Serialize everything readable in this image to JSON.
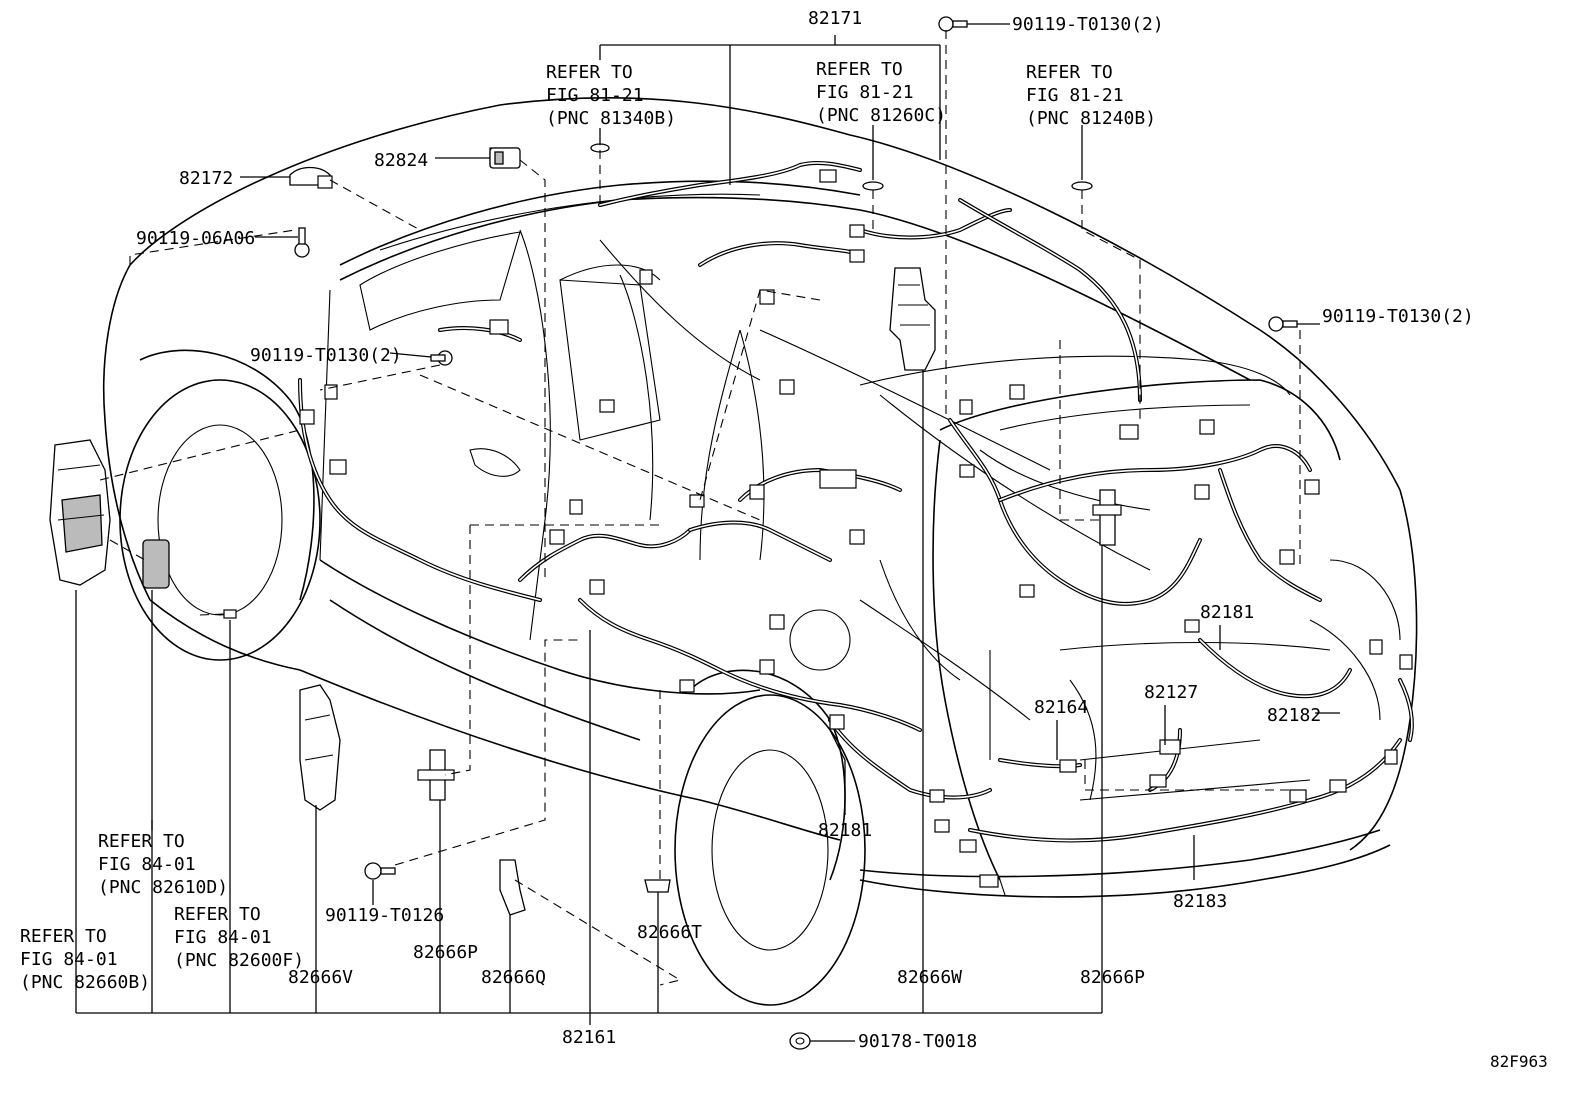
{
  "diagram_code": "82F963",
  "part_numbers": {
    "p82171": "82171",
    "p82172": "82172",
    "p82824": "82824",
    "p82161": "82161",
    "p82164": "82164",
    "p82127": "82127",
    "p82181_right": "82181",
    "p82181_center": "82181",
    "p82182": "82182",
    "p82183": "82183",
    "p82666V": "82666V",
    "p82666P_left": "82666P",
    "p82666Q": "82666Q",
    "p82666T": "82666T",
    "p82666W": "82666W",
    "p82666P_right": "82666P"
  },
  "fasteners": {
    "bolt_top": "90119-T0130(2)",
    "bolt_right": "90119-T0130(2)",
    "bolt_left": "90119-T0130(2)",
    "bolt_roof": "90119-06A06",
    "bolt_bottom": "90119-T0126",
    "clip_bottom": "90178-T0018"
  },
  "references": {
    "ref_81340B": [
      "REFER TO",
      "FIG 81-21",
      "(PNC 81340B)"
    ],
    "ref_81260C": [
      "REFER TO",
      "FIG 81-21",
      "(PNC 81260C)"
    ],
    "ref_81240B": [
      "REFER TO",
      "FIG 81-21",
      "(PNC 81240B)"
    ],
    "ref_82610D": [
      "REFER TO",
      "FIG 84-01",
      "(PNC 82610D)"
    ],
    "ref_82600F": [
      "REFER TO",
      "FIG 84-01",
      "(PNC 82600F)"
    ],
    "ref_82660B": [
      "REFER TO",
      "FIG 84-01",
      "(PNC 82660B)"
    ]
  }
}
